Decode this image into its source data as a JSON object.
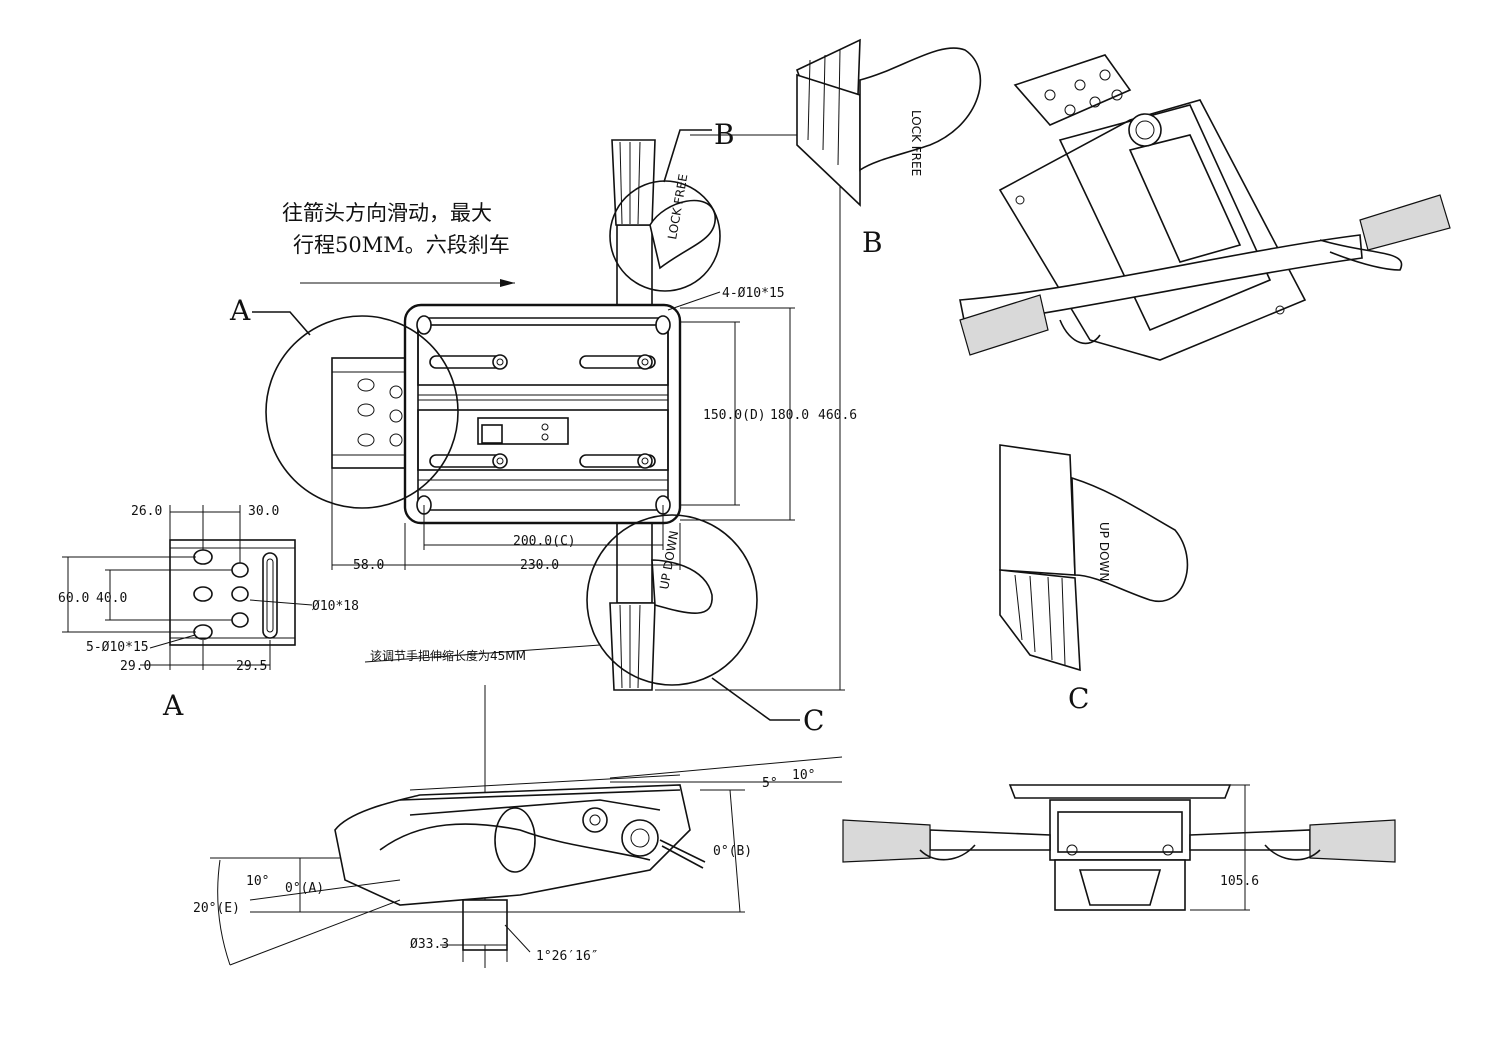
{
  "notes": {
    "slide_line1": "往箭头方向滑动，最大",
    "slide_line2": "行程50MM。六段刹车",
    "handle_length": "该调节手把伸缩长度为45MM"
  },
  "view_labels": {
    "a_callout": "A",
    "a_detail": "A",
    "b_callout_top": "B",
    "b_detail": "B",
    "c_callout": "C",
    "c_detail": "C"
  },
  "top_view_dimensions": {
    "holes": "4-Ø10*15",
    "d_150": "150.0(D)",
    "d_180": "180.0",
    "d_460": "460.6",
    "c_200": "200.0(C)",
    "d_58": "58.0",
    "d_230": "230.0"
  },
  "detail_a_dimensions": {
    "d_26": "26.0",
    "d_30": "30.0",
    "d_60": "60.0",
    "d_40": "40.0",
    "slot": "Ø10*18",
    "holes": "5-Ø10*15",
    "d_29": "29.0",
    "d_29_5": "29.5"
  },
  "side_view_dimensions": {
    "a5": "5°",
    "a10_top": "10°",
    "a0_b": "0°(B)",
    "a10_left": "10°",
    "a0_a": "0°(A)",
    "a20_e": "20°(E)",
    "dia33": "Ø33.3",
    "angle": "1°26′16″"
  },
  "front_view_dimensions": {
    "height": "105.6"
  },
  "handle_marks": {
    "up_down": "UP DOWN",
    "lock_free": "LOCK FREE"
  }
}
